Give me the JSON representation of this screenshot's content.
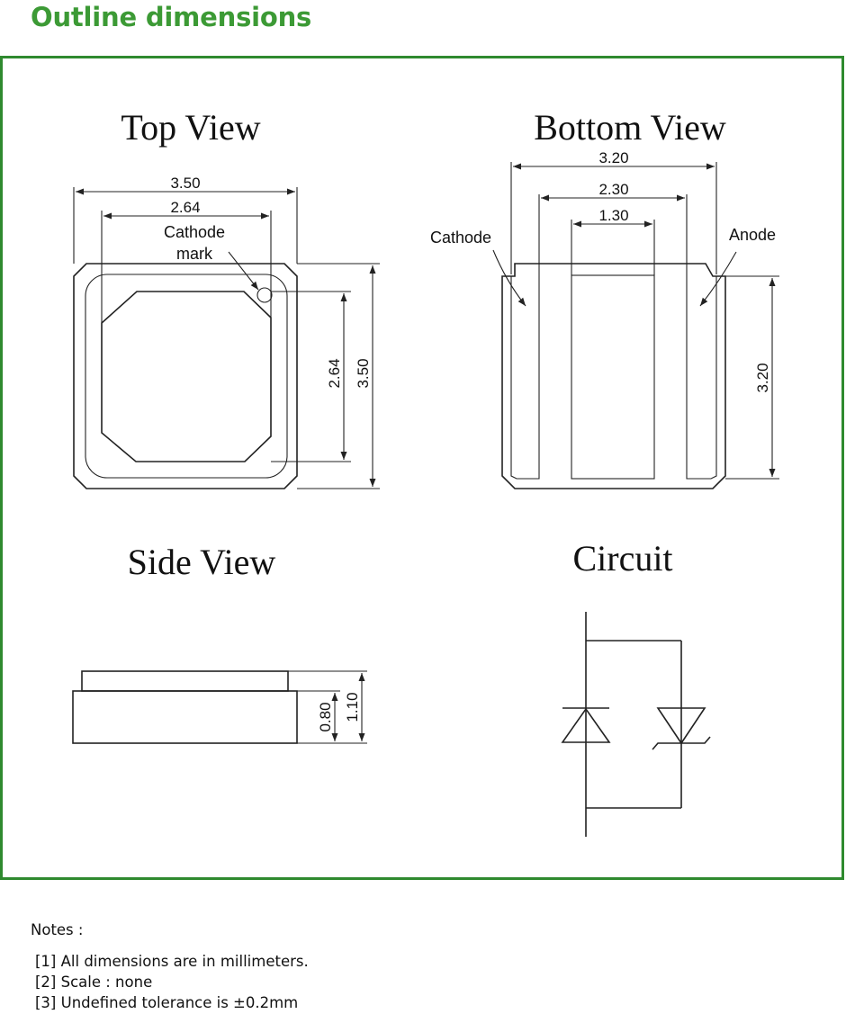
{
  "page_title": "Outline dimensions",
  "views": {
    "top": {
      "title": "Top View",
      "dims": {
        "width_outer": "3.50",
        "width_inner": "2.64",
        "height_inner": "2.64",
        "height_outer": "3.50"
      },
      "mark_label_1": "Cathode",
      "mark_label_2": "mark"
    },
    "bottom": {
      "title": "Bottom View",
      "dims": {
        "width_outer": "3.20",
        "width_mid": "2.30",
        "width_inner": "1.30",
        "height": "3.20"
      },
      "cathode_label": "Cathode",
      "anode_label": "Anode"
    },
    "side": {
      "title": "Side View",
      "dims": {
        "height_body": "0.80",
        "height_total": "1.10"
      }
    },
    "circuit": {
      "title": "Circuit"
    }
  },
  "notes": {
    "heading": "Notes :",
    "items": [
      "[1] All dimensions are in millimeters.",
      "[2] Scale :  none",
      "[3] Undefined tolerance is ±0.2mm"
    ]
  },
  "colors": {
    "title_green": "#3c9a35",
    "frame_green": "#2f8a2f"
  }
}
